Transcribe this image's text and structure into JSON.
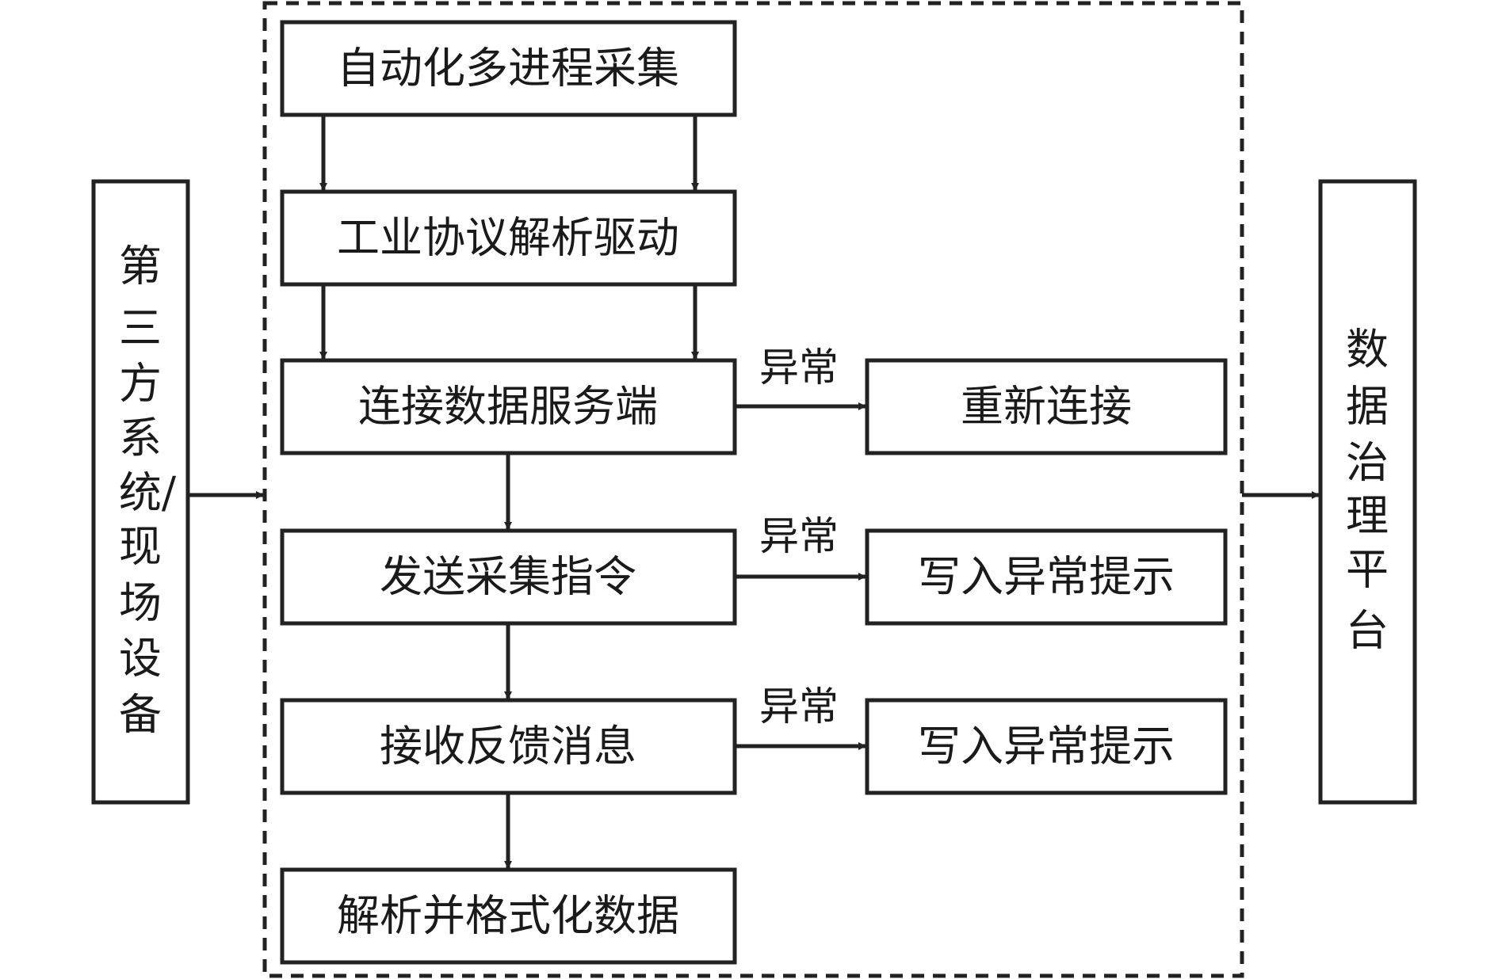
{
  "left_system": {
    "chars": [
      "第",
      "三",
      "方",
      "系",
      "统/",
      "现",
      "场",
      "设",
      "备"
    ]
  },
  "right_platform": {
    "chars": [
      "数",
      "据",
      "治",
      "理",
      "平",
      "台"
    ]
  },
  "steps": [
    {
      "label": "自动化多进程采集"
    },
    {
      "label": "工业协议解析驱动"
    },
    {
      "label": "连接数据服务端"
    },
    {
      "label": "发送采集指令"
    },
    {
      "label": "接收反馈消息"
    },
    {
      "label": "解析并格式化数据"
    }
  ],
  "exceptions": [
    {
      "edge_label": "异常",
      "handler": "重新连接"
    },
    {
      "edge_label": "异常",
      "handler": "写入异常提示"
    },
    {
      "edge_label": "异常",
      "handler": "写入异常提示"
    }
  ]
}
